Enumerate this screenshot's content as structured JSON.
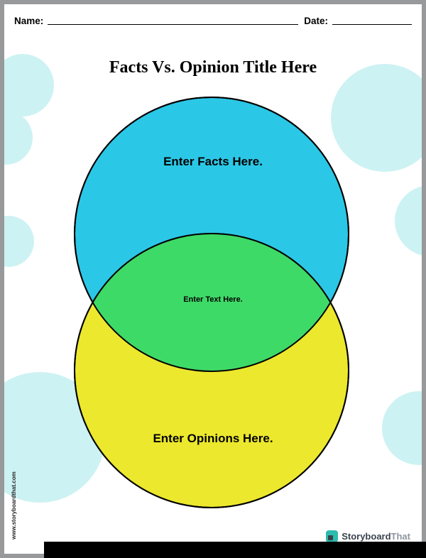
{
  "header": {
    "name_label": "Name:",
    "date_label": "Date:"
  },
  "title": "Facts Vs. Opinion Title Here",
  "venn": {
    "facts_label": "Enter Facts Here.",
    "overlap_label": "Enter Text Here.",
    "opinions_label": "Enter Opinions Here.",
    "colors": {
      "facts": "#2bc7e6",
      "overlap": "#3eda68",
      "opinions": "#ece82d",
      "outline": "#000000"
    }
  },
  "decor": {
    "circle_color": "#cdf2f3"
  },
  "footer": {
    "website": "www.storyboardthat.com",
    "logo": {
      "icon": "storyboard-logo-icon",
      "text_bold": "Storyboard",
      "text_light": "That",
      "accent_color": "#2bbcae"
    }
  }
}
